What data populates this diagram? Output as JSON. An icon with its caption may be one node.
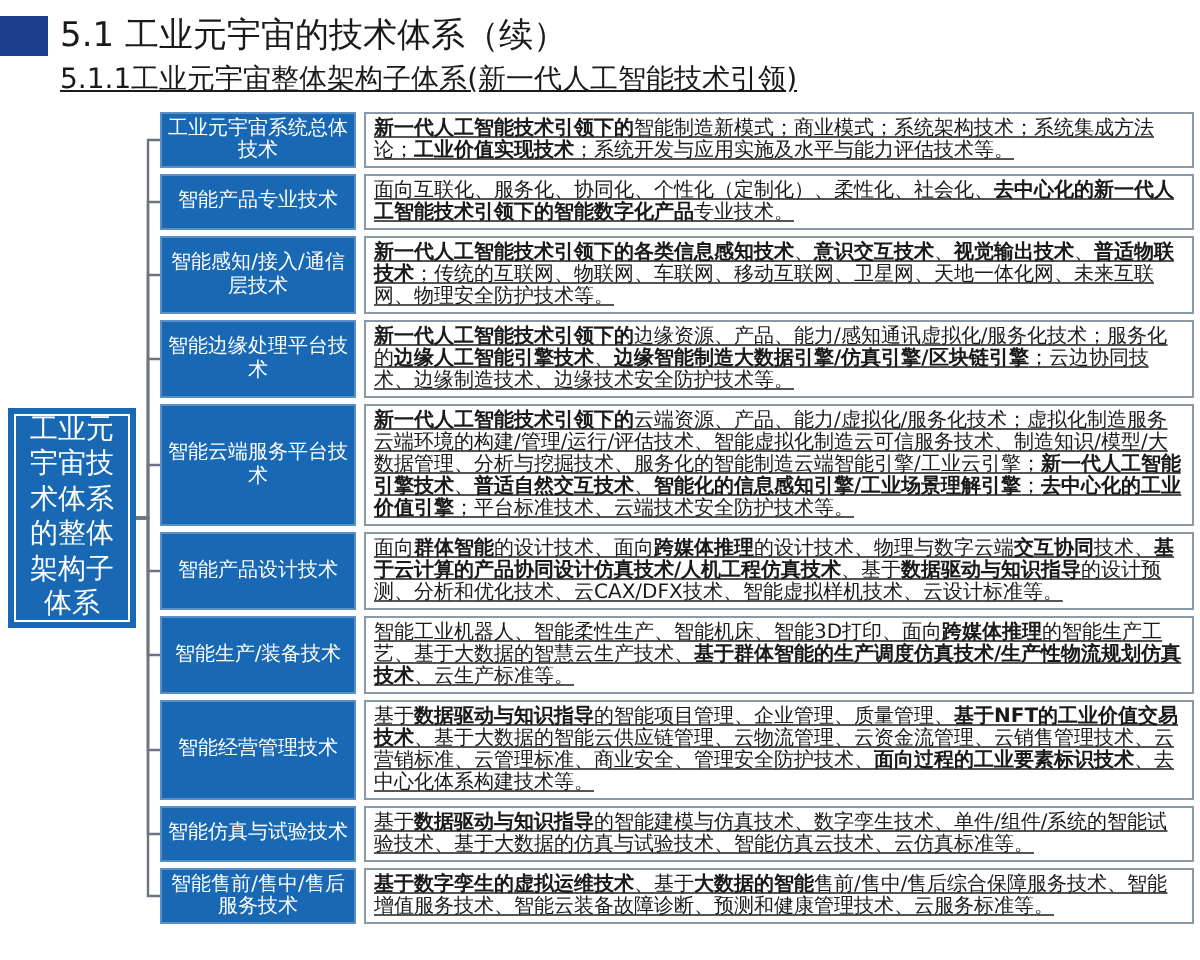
{
  "diagram": {
    "title": "5.1 工业元宇宙的技术体系（续）",
    "nodes": [
      {
        "text": [
          "工业元宇宙技术体系的整体架构子体系"
        ]
      },
      {
        "text": [
          "工业元宇宙系统总体技术"
        ]
      },
      {
        "text": [
          "智能产品专业技术"
        ]
      },
      {
        "text": [
          "智能感知/接入/通信层技术"
        ]
      },
      {
        "text": [
          "智能边缘处理平台技术"
        ]
      },
      {
        "text": [
          "智能云端服务平台技术"
        ]
      },
      {
        "text": [
          "智能产品设计技术"
        ]
      },
      {
        "text": [
          "智能生产/装备技术"
        ]
      },
      {
        "text": [
          "智能经营管理技术"
        ]
      },
      {
        "text": [
          "智能仿真与试验技术"
        ]
      },
      {
        "text": [
          "智能售前/售中/售后服务技术"
        ]
      },
      {
        "text": [
          "**新一代人工智能技术引领下的**智能制造新模式；商业模式；系统架构技术；系统集成方法论；**工业价值实现技术**；系统开发与应用实施及水平与能力评估技术等。"
        ]
      },
      {
        "text": [
          "面向互联化、服务化、协同化、个性化（定制化）、柔性化、社会化、**去中心化的新一代人工智能技术引领下的智能数字化产品**专业技术。"
        ]
      },
      {
        "text": [
          "**新一代人工智能技术引领下的各类信息感知技术**、**意识交互技术**、**视觉输出技术**、**普适物联技术**；传统的互联网、物联网、车联网、移动互联网、卫星网、天地一体化网、未来互联网、物理安全防护技术等。"
        ]
      },
      {
        "text": [
          "**新一代人工智能技术引领下的**边缘资源、产品、能力/感知通讯虚拟化/服务化技术；服务化的**边缘人工智能引擎技术**、**边缘智能制造大数据引擎/仿真引擎/区块链引擎**；云边协同技术、边缘制造技术、边缘技术安全防护技术等。"
        ]
      },
      {
        "text": [
          "**新一代人工智能技术引领下的**云端资源、产品、能力/虚拟化/服务化技术；虚拟化制造服务云端环境的构建/管理/运行/评估技术、智能虚拟化制造云可信服务技术、制造知识/模型/大数据管理、分析与挖掘技术、服务化的智能制造云端智能引擎/工业云引擎；**新一代人工智能引擎技术**、**普适自然交互技术**、**智能化的信息感知引擎/工业场景理解引擎**；**去中心化的工业价值引擎**；平台标准技术、云端技术安全防护技术等。"
        ]
      },
      {
        "text": [
          "面向**群体智能**的设计技术、面向**跨媒体推理**的设计技术、物理与数字云端**交互协同**技术、**基于云计算的产品协同设计仿真技术/人机工程仿真技术**、基于**数据驱动与知识指导**的设计预测、分析和优化技术、云CAX/DFX技术、智能虚拟样机技术、云设计标准等。"
        ]
      },
      {
        "text": [
          "智能工业机器人、智能柔性生产、智能机床、智能3D打印、面向**跨媒体推理**的智能生产工艺、基于大数据的智慧云生产技术、**基于群体智能的生产调度仿真技术/生产性物流规划仿真技术**、云生产标准等。"
        ]
      },
      {
        "text": [
          "基于**数据驱动与知识指导**的智能项目管理、企业管理、质量管理、**基于NFT的工业价值交易技术**、基于大数据的智能云供应链管理、云物流管理、云资金流管理、云销售管理技术、云营销标准、云管理标准、商业安全、管理安全防护技术、**面向过程的工业要素标识技术**、去中心化体系构建技术等。"
        ]
      },
      {
        "text": [
          "基于**数据驱动与知识指导**的智能建模与仿真技术、数字孪生技术、单件/组件/系统的智能试验技术、基于大数据的仿真与试验技术、智能仿真云技术、云仿真标准等。"
        ]
      },
      {
        "text": [
          "**基于数字孪生的虚拟运维技术**、基于**大数据的智能**售前/售中/售后综合保障服务技术、智能增值服务技术、智能云装备故障诊断、预测和健康管理技术、云服务标准等。"
        ]
      }
    ],
    "edges": [
      {
        "from": 0,
        "to": 1,
        "arrow": "none"
      },
      {
        "from": 0,
        "to": 2,
        "arrow": "none"
      },
      {
        "from": 0,
        "to": 3,
        "arrow": "none"
      },
      {
        "from": 0,
        "to": 4,
        "arrow": "none"
      },
      {
        "from": 0,
        "to": 5,
        "arrow": "none"
      },
      {
        "from": 0,
        "to": 6,
        "arrow": "none"
      },
      {
        "from": 0,
        "to": 7,
        "arrow": "none"
      },
      {
        "from": 0,
        "to": 8,
        "arrow": "none"
      },
      {
        "from": 0,
        "to": 9,
        "arrow": "none"
      },
      {
        "from": 0,
        "to": 10,
        "arrow": "none"
      }
    ],
    "labels": [
      "5.1.1工业元宇宙整体架构子体系(新一代人工智能技术引领)"
    ]
  }
}
